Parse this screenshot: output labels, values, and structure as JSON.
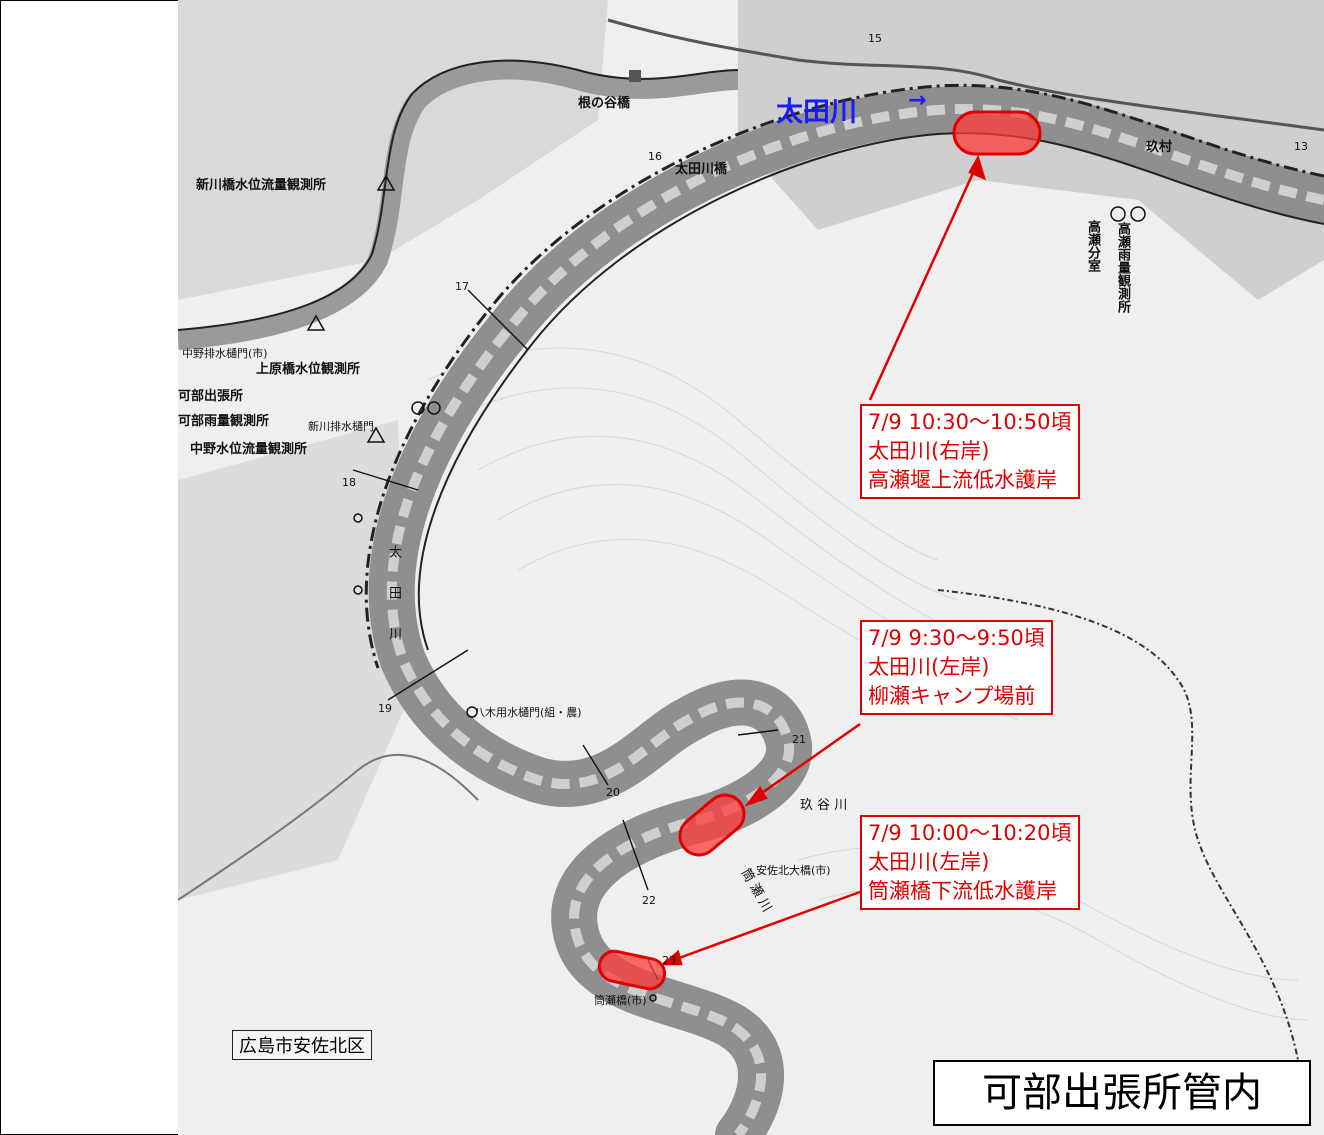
{
  "map": {
    "river_name": "太田川",
    "flow_arrow": "→",
    "district_label": "広島市安佐北区",
    "office_label": "可部出張所管内",
    "colors": {
      "river": "#8f8f8f",
      "land": "#efefef",
      "highlight": "#ff3b3b",
      "callout": "#e00000",
      "title": "#1a1aff"
    }
  },
  "callouts": [
    {
      "time": "7/9 10:30～10:50頃",
      "river": "太田川(右岸)",
      "location": "高瀬堰上流低水護岸"
    },
    {
      "time": "7/9 9:30～9:50頃",
      "river": "太田川(左岸)",
      "location": "柳瀬キャンプ場前"
    },
    {
      "time": "7/9 10:00～10:20頃",
      "river": "太田川(左岸)",
      "location": "筒瀬橋下流低水護岸"
    }
  ],
  "places": {
    "shinkawa_station": "新川橋水位流量観測所",
    "kamihara_station": "上原橋水位観測所",
    "nakano_station": "中野水位流量観測所",
    "kabe_office": "可部出張所",
    "kabe_rain": "可部雨量観測所",
    "nenotani": "根の谷橋",
    "otagawa_bridge": "太田川橋",
    "takase_branch": "高瀬分室",
    "takase_rain": "高瀬雨量観測所",
    "yasa_bridge": "安佐北大橋(市)",
    "tsutsuse_bridge": "筒瀬橋(市)",
    "yagi_gate": "八木用水樋門(組・農)",
    "nakano_gate": "中野排水樋門(市)",
    "shinkawa_gate": "新川排水樋門",
    "kyuya_river": "玖 谷 川",
    "tsutsuse_river": "筒 瀬 川",
    "kuson": "玖村",
    "ota_vertical": "太田川"
  },
  "km_markers": [
    "17",
    "18",
    "19",
    "20",
    "21",
    "22",
    "23",
    "13",
    "15",
    "16"
  ]
}
